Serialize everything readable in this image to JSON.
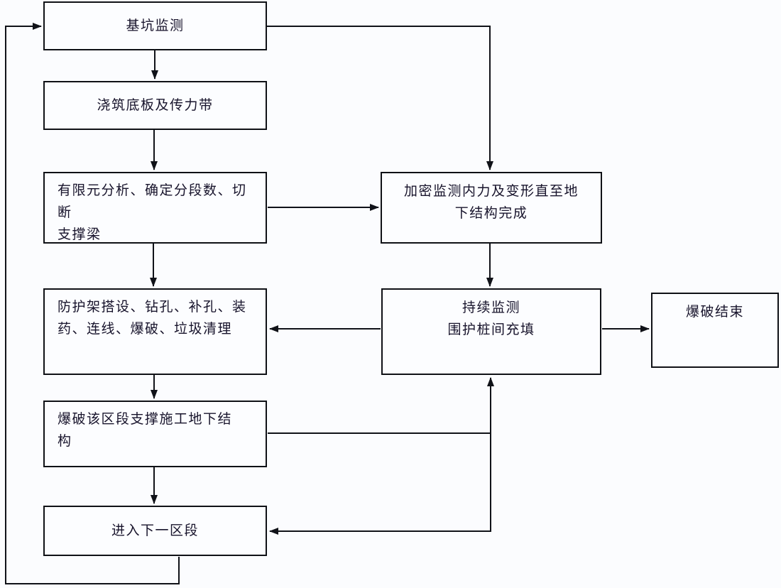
{
  "diagram": {
    "title_implicit": "",
    "colors": {
      "background": "#fbfcfe",
      "line": "#101218",
      "border": "#0f1116",
      "text": "#17132b"
    },
    "nodes": {
      "pit_monitoring": {
        "label": "基坑监测"
      },
      "pour_slab": {
        "label": "浇筑底板及传力带"
      },
      "fem_analysis": {
        "line1": "有限元分析、确定分段数、切断",
        "line2": "支撑梁"
      },
      "intensified_monitoring": {
        "line1": "加密监测内力及变形直至地",
        "line2": "下结构完成"
      },
      "blast_preparation": {
        "line1": "防护架搭设、钻孔、补孔、装",
        "line2": "药、连线、爆破、垃圾清理"
      },
      "continuous_monitoring": {
        "line1": "持续监测",
        "line2": "围护桩间充填"
      },
      "blast_finished": {
        "label": "爆破结束"
      },
      "blast_section": {
        "line1": "爆破该区段支撑施工地下结",
        "line2": "构"
      },
      "next_section": {
        "label": "进入下一区段"
      }
    }
  }
}
